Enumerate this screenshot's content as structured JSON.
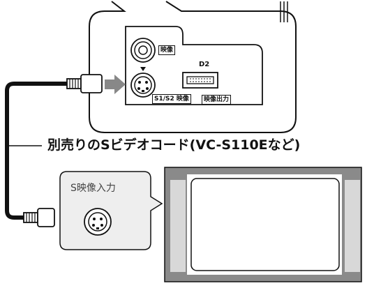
{
  "recorder": {
    "video_label": "映像",
    "d2_label": "D2",
    "s_video_label": "S1/S2 映像",
    "video_out_label": "映像出力"
  },
  "cable": {
    "caption": "別売りのSビデオコード(VC-S110Eなど)"
  },
  "tv": {
    "input_label": "S映像入力"
  },
  "colors": {
    "line": "#111111",
    "arrow": "#888888",
    "panel_fill": "#eeeeee",
    "tv_frame": "#8a8a8a",
    "tv_side_panel": "#d8d8d8"
  }
}
